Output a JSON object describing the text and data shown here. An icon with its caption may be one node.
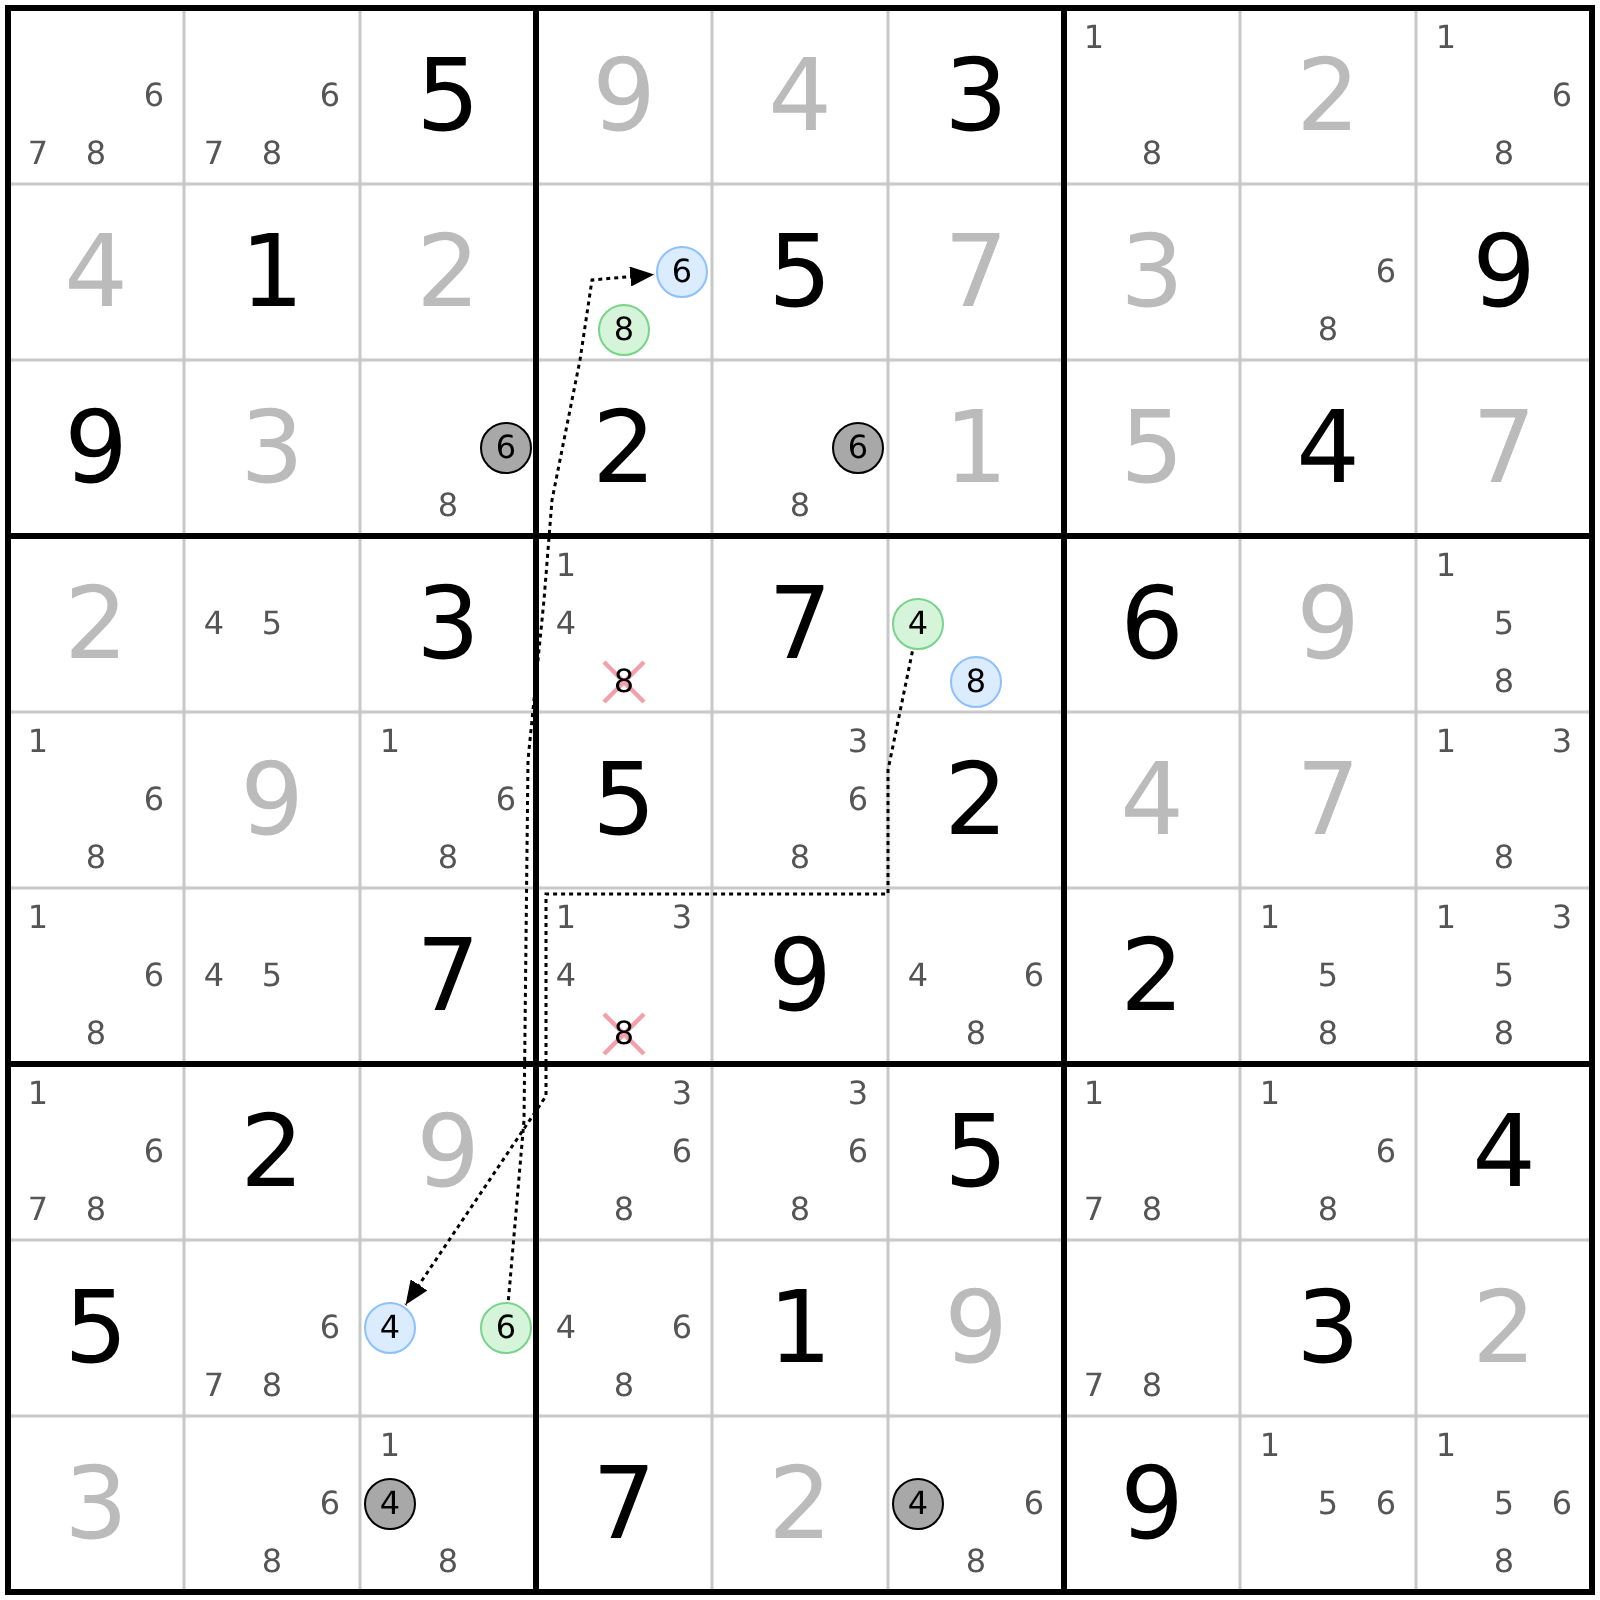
{
  "diagram": {
    "nodes": [
      {
        "text": [
          "6",
          "7",
          "8"
        ]
      },
      {
        "text": [
          "6",
          "7",
          "8"
        ]
      },
      {
        "text": [
          "5"
        ]
      },
      {
        "text": [
          "9"
        ]
      },
      {
        "text": [
          "4"
        ]
      },
      {
        "text": [
          "3"
        ]
      },
      {
        "text": [
          "1",
          "8"
        ]
      },
      {
        "text": [
          "2"
        ]
      },
      {
        "text": [
          "1",
          "6",
          "8"
        ]
      },
      {
        "text": [
          "4"
        ]
      },
      {
        "text": [
          "1"
        ]
      },
      {
        "text": [
          "2"
        ]
      },
      {
        "text": [],
        "shape": "box"
      },
      {
        "text": [
          "5"
        ]
      },
      {
        "text": [
          "7"
        ]
      },
      {
        "text": [
          "3"
        ]
      },
      {
        "text": [
          "6",
          "8"
        ]
      },
      {
        "text": [
          "9"
        ]
      },
      {
        "text": [
          "9"
        ]
      },
      {
        "text": [
          "3"
        ]
      },
      {
        "text": [
          "8"
        ]
      },
      {
        "text": [
          "2"
        ]
      },
      {
        "text": [
          "8"
        ]
      },
      {
        "text": [
          "1"
        ]
      },
      {
        "text": [
          "5"
        ]
      },
      {
        "text": [
          "4"
        ]
      },
      {
        "text": [
          "7"
        ]
      },
      {
        "text": [
          "2"
        ]
      },
      {
        "text": [
          "4",
          "5"
        ]
      },
      {
        "text": [
          "3"
        ]
      },
      {
        "text": [
          "1",
          "4",
          "8"
        ]
      },
      {
        "text": [
          "7"
        ]
      },
      {
        "text": [],
        "shape": "box"
      },
      {
        "text": [
          "6"
        ]
      },
      {
        "text": [
          "9"
        ]
      },
      {
        "text": [
          "1",
          "5",
          "8"
        ]
      },
      {
        "text": [
          "1",
          "6",
          "8"
        ]
      },
      {
        "text": [
          "9"
        ]
      },
      {
        "text": [
          "1",
          "6",
          "8"
        ]
      },
      {
        "text": [
          "5"
        ]
      },
      {
        "text": [
          "3",
          "6",
          "8"
        ]
      },
      {
        "text": [
          "2"
        ]
      },
      {
        "text": [
          "4"
        ]
      },
      {
        "text": [
          "7"
        ]
      },
      {
        "text": [
          "1",
          "3",
          "8"
        ]
      },
      {
        "text": [
          "1",
          "6",
          "8"
        ]
      },
      {
        "text": [
          "4",
          "5"
        ]
      },
      {
        "text": [
          "7"
        ]
      },
      {
        "text": [
          "1",
          "3",
          "4",
          "8"
        ]
      },
      {
        "text": [
          "9"
        ]
      },
      {
        "text": [
          "4",
          "6",
          "8"
        ]
      },
      {
        "text": [
          "2"
        ]
      },
      {
        "text": [
          "1",
          "5",
          "8"
        ]
      },
      {
        "text": [
          "1",
          "3",
          "5",
          "8"
        ]
      },
      {
        "text": [
          "1",
          "6",
          "7",
          "8"
        ]
      },
      {
        "text": [
          "2"
        ]
      },
      {
        "text": [
          "9"
        ]
      },
      {
        "text": [
          "3",
          "6",
          "8"
        ]
      },
      {
        "text": [
          "3",
          "6",
          "8"
        ]
      },
      {
        "text": [
          "5"
        ]
      },
      {
        "text": [
          "1",
          "7",
          "8"
        ]
      },
      {
        "text": [
          "1",
          "6",
          "8"
        ]
      },
      {
        "text": [
          "4"
        ]
      },
      {
        "text": [
          "5"
        ]
      },
      {
        "text": [
          "6",
          "7",
          "8"
        ]
      },
      {
        "text": [],
        "shape": "box"
      },
      {
        "text": [
          "4",
          "6",
          "8"
        ]
      },
      {
        "text": [
          "1"
        ]
      },
      {
        "text": [
          "9"
        ]
      },
      {
        "text": [
          "7",
          "8"
        ]
      },
      {
        "text": [
          "3"
        ]
      },
      {
        "text": [
          "2"
        ]
      },
      {
        "text": [
          "3"
        ]
      },
      {
        "text": [
          "6",
          "8"
        ]
      },
      {
        "text": [
          "1",
          "8"
        ]
      },
      {
        "text": [
          "7"
        ]
      },
      {
        "text": [
          "2"
        ]
      },
      {
        "text": [
          "6",
          "8"
        ]
      },
      {
        "text": [
          "9"
        ]
      },
      {
        "text": [
          "1",
          "5",
          "6"
        ]
      },
      {
        "text": [
          "1",
          "5",
          "6",
          "8"
        ]
      },
      {
        "text": [
          "6"
        ],
        "in": 12
      },
      {
        "text": [
          "8"
        ],
        "in": 12
      },
      {
        "text": [
          "6"
        ],
        "in": 20
      },
      {
        "text": [
          "6"
        ],
        "in": 22
      },
      {
        "text": [
          "4"
        ],
        "in": 32
      },
      {
        "text": [
          "8"
        ],
        "in": 32
      },
      {
        "text": [
          "4"
        ],
        "in": 65
      },
      {
        "text": [
          "6"
        ],
        "in": 65
      },
      {
        "text": [
          "4"
        ],
        "in": 74
      },
      {
        "text": [
          "4"
        ],
        "in": 77
      }
    ],
    "edges": [
      {
        "from": 88,
        "to": 81,
        "arrow": "to",
        "style": "dashed"
      },
      {
        "from": 85,
        "to": 87,
        "arrow": "to",
        "style": "dashed"
      }
    ]
  }
}
